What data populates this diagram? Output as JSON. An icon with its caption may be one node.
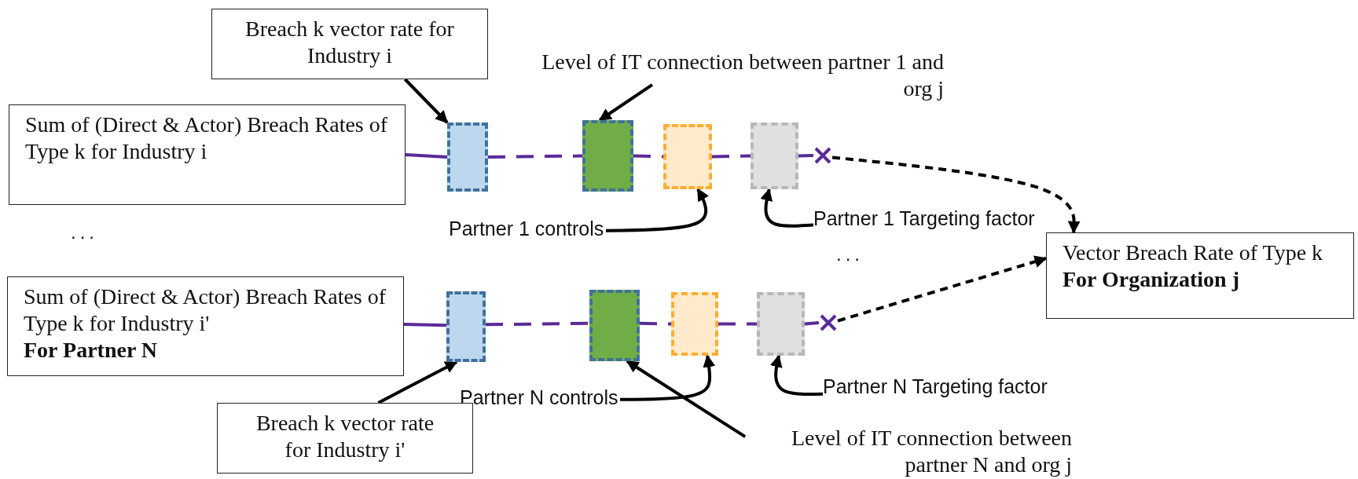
{
  "diagram": {
    "nodes": [
      {
        "text": [
          "Breach k vector rate for Industry i"
        ]
      },
      {
        "text": [
          "Sum of (Direct & Actor) Breach Rates of Type k for Industry i"
        ]
      },
      {
        "text": [
          "Level of IT connection between partner 1 and org j"
        ]
      },
      {
        "text": [],
        "shape": "box"
      },
      {
        "text": [],
        "shape": "box"
      },
      {
        "text": [],
        "shape": "box"
      },
      {
        "text": [],
        "shape": "box"
      },
      {
        "text": [
          "Partner 1 controls"
        ]
      },
      {
        "text": [
          "Partner 1 Targeting factor"
        ]
      },
      {
        "text": [
          "Vector Breach Rate of Type k",
          "For Organization j"
        ]
      },
      {
        "text": [
          "Sum of (Direct & Actor) Breach Rates of Type k for Industry i'",
          "For Partner N"
        ]
      },
      {
        "text": [],
        "shape": "box"
      },
      {
        "text": [],
        "shape": "box"
      },
      {
        "text": [],
        "shape": "box"
      },
      {
        "text": [],
        "shape": "box"
      },
      {
        "text": [
          "Partner N controls"
        ]
      },
      {
        "text": [
          "Partner N Targeting factor"
        ]
      },
      {
        "text": [
          "Breach k vector rate for Industry i'"
        ]
      },
      {
        "text": [
          "Level of IT connection between partner N and org j"
        ]
      },
      {
        "text": [],
        "shape": "cross"
      },
      {
        "text": [],
        "shape": "cross"
      }
    ],
    "edges": [
      {
        "from": 1,
        "to": 3,
        "arrow": "other"
      },
      {
        "from": 3,
        "to": 4,
        "arrow": "none",
        "style": "dashed"
      },
      {
        "from": 4,
        "to": 5,
        "arrow": "none",
        "style": "dashed"
      },
      {
        "from": 5,
        "to": 6,
        "arrow": "none",
        "style": "dashed"
      },
      {
        "from": 6,
        "to": 19,
        "arrow": "none",
        "style": "dashed"
      },
      {
        "from": 10,
        "to": 11,
        "arrow": "other"
      },
      {
        "from": 11,
        "to": 12,
        "arrow": "none",
        "style": "dashed"
      },
      {
        "from": 12,
        "to": 13,
        "arrow": "none",
        "style": "dashed"
      },
      {
        "from": 13,
        "to": 14,
        "arrow": "none",
        "style": "dashed"
      },
      {
        "from": 14,
        "to": 20,
        "arrow": "none",
        "style": "dashed"
      },
      {
        "from": 19,
        "to": 9,
        "arrow": "to",
        "style": "dashed",
        "color": "#000000"
      },
      {
        "from": 20,
        "to": 9,
        "arrow": "to",
        "style": "dashed",
        "color": "#000000"
      },
      {
        "from": 0,
        "to": 3,
        "arrow": "to",
        "color": "#000000"
      },
      {
        "from": 2,
        "to": 4,
        "arrow": "to",
        "color": "#000000"
      },
      {
        "from": 7,
        "to": 5,
        "arrow": "to",
        "color": "#000000"
      },
      {
        "from": 8,
        "to": 6,
        "arrow": "to",
        "color": "#000000"
      },
      {
        "from": 17,
        "to": 11,
        "arrow": "to",
        "color": "#000000"
      },
      {
        "from": 18,
        "to": 12,
        "arrow": "to",
        "color": "#000000"
      },
      {
        "from": 15,
        "to": 13,
        "arrow": "to",
        "color": "#000000"
      },
      {
        "from": 16,
        "to": 14,
        "arrow": "to",
        "color": "#000000"
      }
    ],
    "labels": [
      "...",
      "..."
    ]
  }
}
